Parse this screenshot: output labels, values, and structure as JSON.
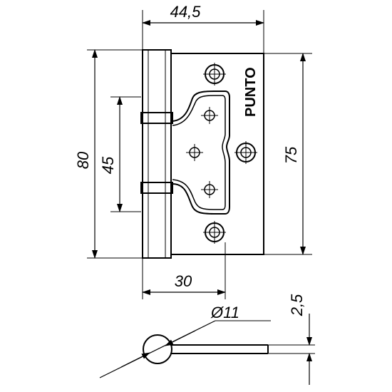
{
  "drawing": {
    "brand": "PUNTO",
    "dimensions": {
      "width_total": "44,5",
      "height_total": "80",
      "knuckle_spacing": "45",
      "leaf_height": "75",
      "leaf_offset": "30",
      "knuckle_diameter": "Ø11",
      "thickness": "2,5"
    }
  }
}
